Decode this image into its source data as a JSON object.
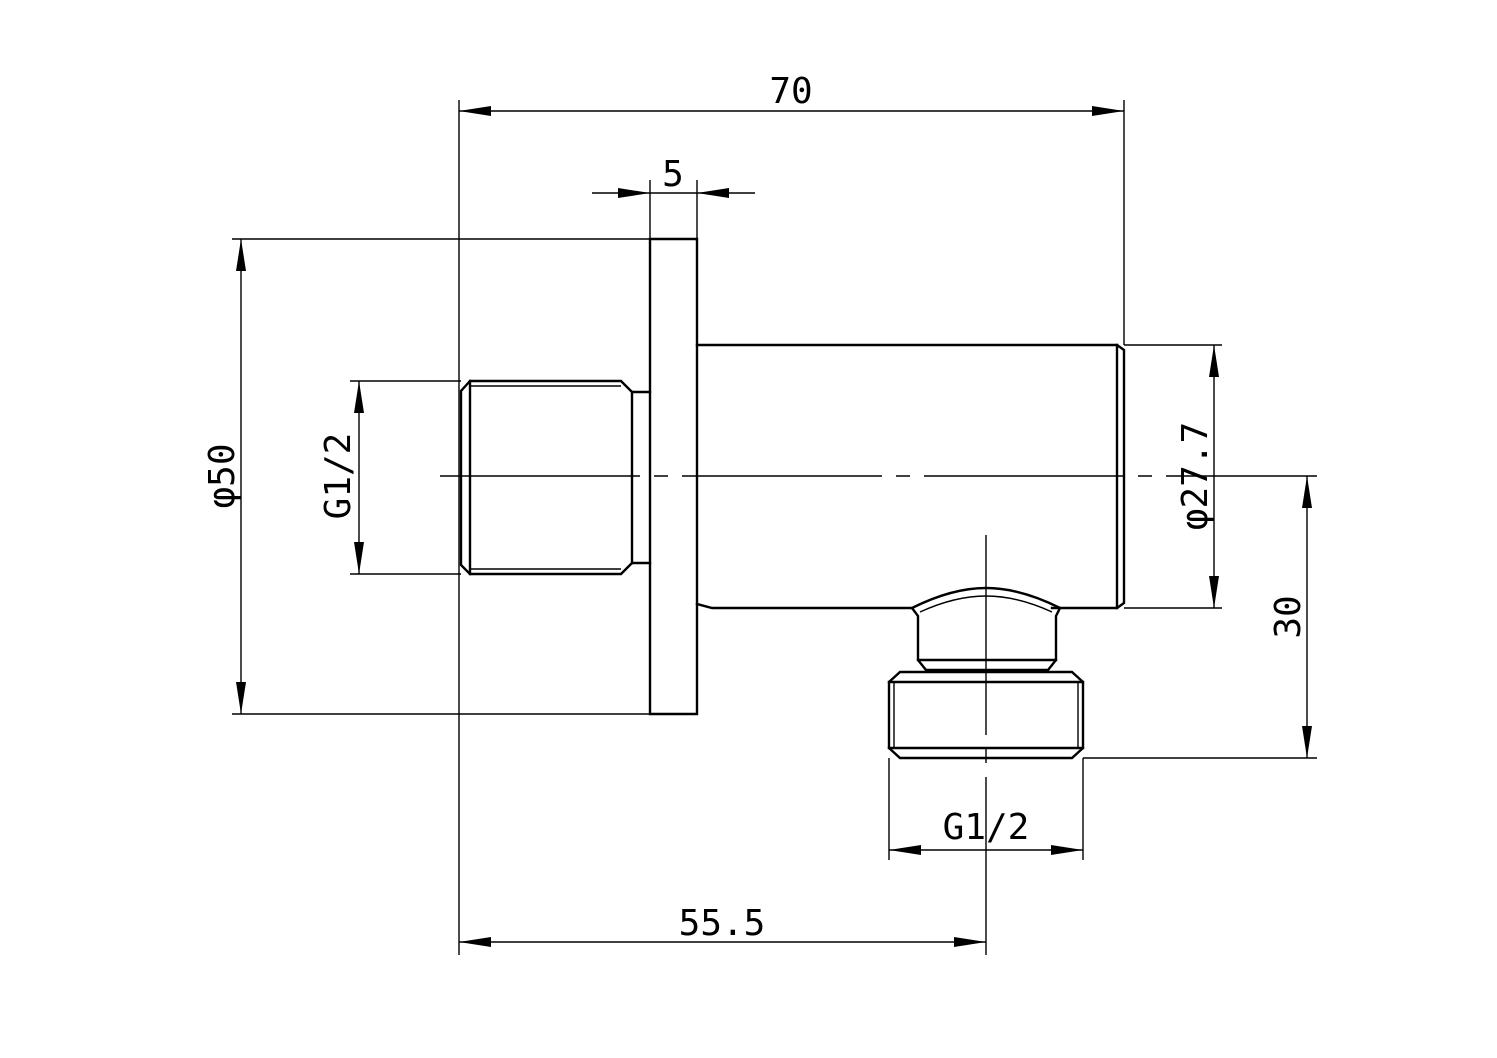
{
  "drawing": {
    "subject": "wall outlet elbow",
    "dimensions": {
      "overall_length": "70",
      "flange_thickness": "5",
      "flange_diameter": "φ50",
      "inlet_thread": "G1/2",
      "body_diameter": "φ27.7",
      "outlet_height": "30",
      "outlet_thread": "G1/2",
      "outlet_offset": "55.5"
    }
  }
}
